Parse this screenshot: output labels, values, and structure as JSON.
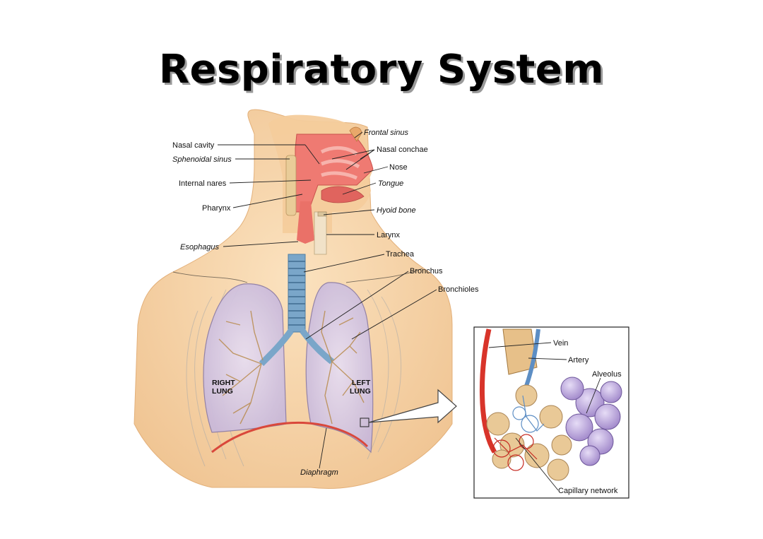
{
  "title": "Respiratory System",
  "labels": {
    "nasal_cavity": "Nasal cavity",
    "sphenoidal_sinus": "Sphenoidal sinus",
    "internal_nares": "Internal nares",
    "pharynx": "Pharynx",
    "esophagus": "Esophagus",
    "frontal_sinus": "Frontal sinus",
    "nasal_conchae": "Nasal conchae",
    "nose": "Nose",
    "tongue": "Tongue",
    "hyoid_bone": "Hyoid bone",
    "larynx": "Larynx",
    "trachea": "Trachea",
    "bronchus": "Bronchus",
    "bronchioles": "Bronchioles",
    "right_lung_1": "RIGHT",
    "right_lung_2": "LUNG",
    "left_lung_1": "LEFT",
    "left_lung_2": "LUNG",
    "diaphragm": "Diaphragm"
  },
  "inset_labels": {
    "vein": "Vein",
    "artery": "Artery",
    "alveolus": "Alveolus",
    "capillary_network": "Capillary network"
  },
  "colors": {
    "skin": "#f6d3a6",
    "skin_shadow": "#e9b681",
    "airway_pink": "#ef7a72",
    "trachea_blue": "#7aa6c9",
    "lung_fill": "#d9cde3",
    "bronchial_tree": "#b98c4f",
    "diaphragm": "#d9483b",
    "alveolus_purple": "#b7a3d8",
    "vessel_red": "#d8342a",
    "vessel_blue": "#5d8ec4"
  }
}
